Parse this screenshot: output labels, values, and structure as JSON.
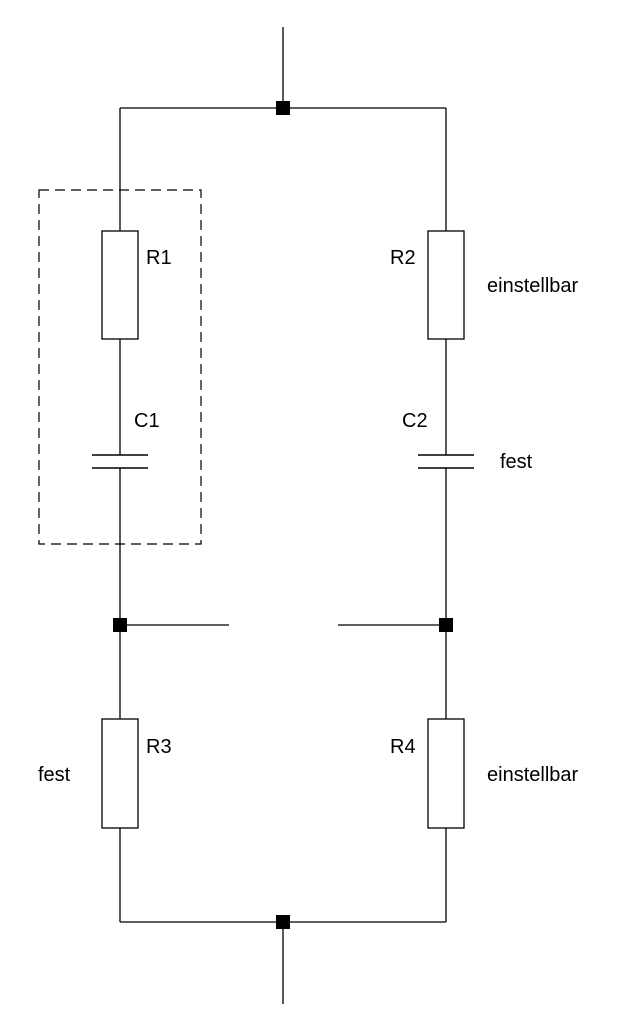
{
  "components": {
    "r1": {
      "name": "R1"
    },
    "r2": {
      "name": "R2",
      "note": "einstellbar"
    },
    "c1": {
      "name": "C1"
    },
    "c2": {
      "name": "C2",
      "note": "fest"
    },
    "r3": {
      "name": "R3",
      "note": "fest"
    },
    "r4": {
      "name": "R4",
      "note": "einstellbar"
    }
  }
}
